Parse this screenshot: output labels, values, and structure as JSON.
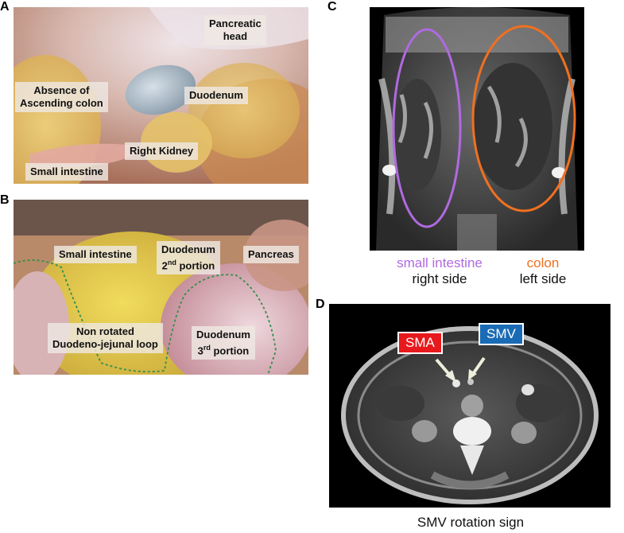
{
  "panels": {
    "a": {
      "letter": "A",
      "labels": {
        "pancreatic_head_1": "Pancreatic",
        "pancreatic_head_2": "head",
        "ascending_colon_1": "Absence of",
        "ascending_colon_2": "Ascending colon",
        "duodenum": "Duodenum",
        "right_kidney": "Right Kidney",
        "small_intestine": "Small intestine"
      }
    },
    "b": {
      "letter": "B",
      "labels": {
        "small_intestine": "Small intestine",
        "duodenum_2nd_1": "Duodenum",
        "duodenum_2nd_num": "2",
        "duodenum_2nd_sup": "nd",
        "duodenum_2nd_word": " portion",
        "pancreas": "Pancreas",
        "non_rotated_1": "Non rotated",
        "non_rotated_2": "Duodeno-jejunal loop",
        "duodenum_3rd_1": "Duodenum",
        "duodenum_3rd_num": "3",
        "duodenum_3rd_sup": "rd",
        "duodenum_3rd_word": " portion"
      }
    },
    "c": {
      "letter": "C",
      "legend": {
        "small_intestine": "small intestine",
        "right_side": "right side",
        "colon": "colon",
        "left_side": "left side"
      },
      "colors": {
        "small_intestine": "#b06ae0",
        "colon": "#f07020"
      }
    },
    "d": {
      "letter": "D",
      "sma": "SMA",
      "smv": "SMV",
      "caption": "SMV rotation sign",
      "colors": {
        "sma": "#e8191c",
        "smv": "#1a6bb5"
      }
    }
  }
}
